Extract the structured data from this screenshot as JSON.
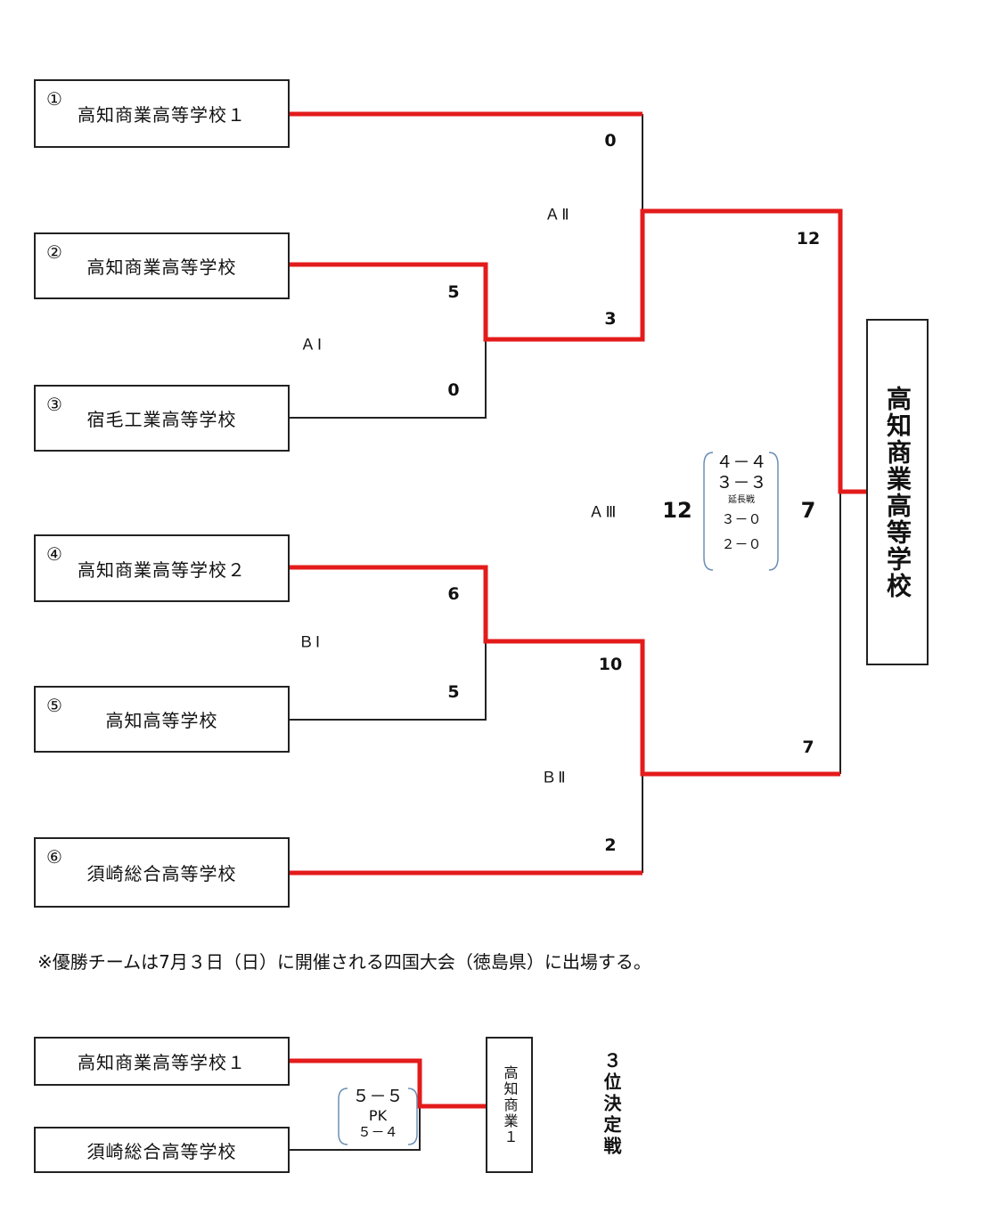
{
  "teams": [
    {
      "seed": "①",
      "name": "高知商業高等学校１"
    },
    {
      "seed": "②",
      "name": "高知商業高等学校"
    },
    {
      "seed": "③",
      "name": "宿毛工業高等学校"
    },
    {
      "seed": "④",
      "name": "高知商業高等学校２"
    },
    {
      "seed": "⑤",
      "name": "高知高等学校"
    },
    {
      "seed": "⑥",
      "name": "須崎総合高等学校"
    }
  ],
  "matches": {
    "a1": {
      "label": "ＡⅠ",
      "score_top": "5",
      "score_bottom": "0"
    },
    "a2": {
      "label": "ＡⅡ",
      "score_top": "0",
      "score_bottom": "3"
    },
    "b1": {
      "label": "ＢⅠ",
      "score_top": "6",
      "score_bottom": "5"
    },
    "b2": {
      "label": "ＢⅡ",
      "score_top": "10",
      "score_bottom": "2"
    },
    "a3": {
      "label": "ＡⅢ",
      "score_top": "12",
      "score_bottom": "7",
      "score_left": "12",
      "score_right": "7",
      "detail": [
        "４－４",
        "３－３",
        "延長戦",
        "３－０",
        "２－０"
      ]
    }
  },
  "champion": "高知商業高等学校",
  "note": "※優勝チームは7月３日（日）に開催される四国大会（徳島県）に出場する。",
  "third_place": {
    "team_top": "高知商業高等学校１",
    "team_bottom": "須崎総合高等学校",
    "winner": "高知商業１",
    "detail": [
      "５－５",
      "PK",
      "５－４"
    ],
    "label": "３位決定戦"
  },
  "colors": {
    "winner_line": "#e31b1b",
    "line": "#222222"
  }
}
